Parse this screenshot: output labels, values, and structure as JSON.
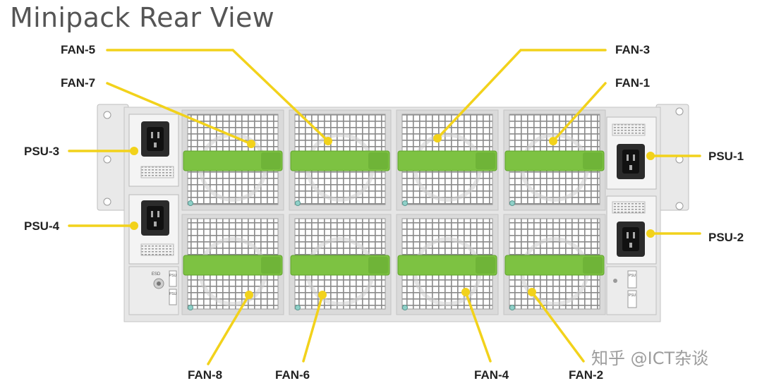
{
  "title": "Minipack Rear View",
  "colors": {
    "leader": "#f2d21b",
    "handle": "#7dc242",
    "handle_dark": "#5fa32c",
    "chassis": "#e6e6e6",
    "chassis_edge": "#c4c4c4",
    "grille": "#8a8a8a"
  },
  "labels": {
    "fan5": "FAN-5",
    "fan7": "FAN-7",
    "fan3": "FAN-3",
    "fan1": "FAN-1",
    "psu3": "PSU-3",
    "psu4": "PSU-4",
    "psu1": "PSU-1",
    "psu2": "PSU-2",
    "fan8": "FAN-8",
    "fan6": "FAN-6",
    "fan4": "FAN-4",
    "fan2": "FAN-2"
  },
  "chassis_labels": {
    "esd": "ESD",
    "psu_left_top": "PSU",
    "psu_left_bottom": "PSU",
    "psu_right_top": "PSU",
    "psu_right_bottom": "PSU"
  },
  "watermark": "知乎 @ICT杂谈"
}
